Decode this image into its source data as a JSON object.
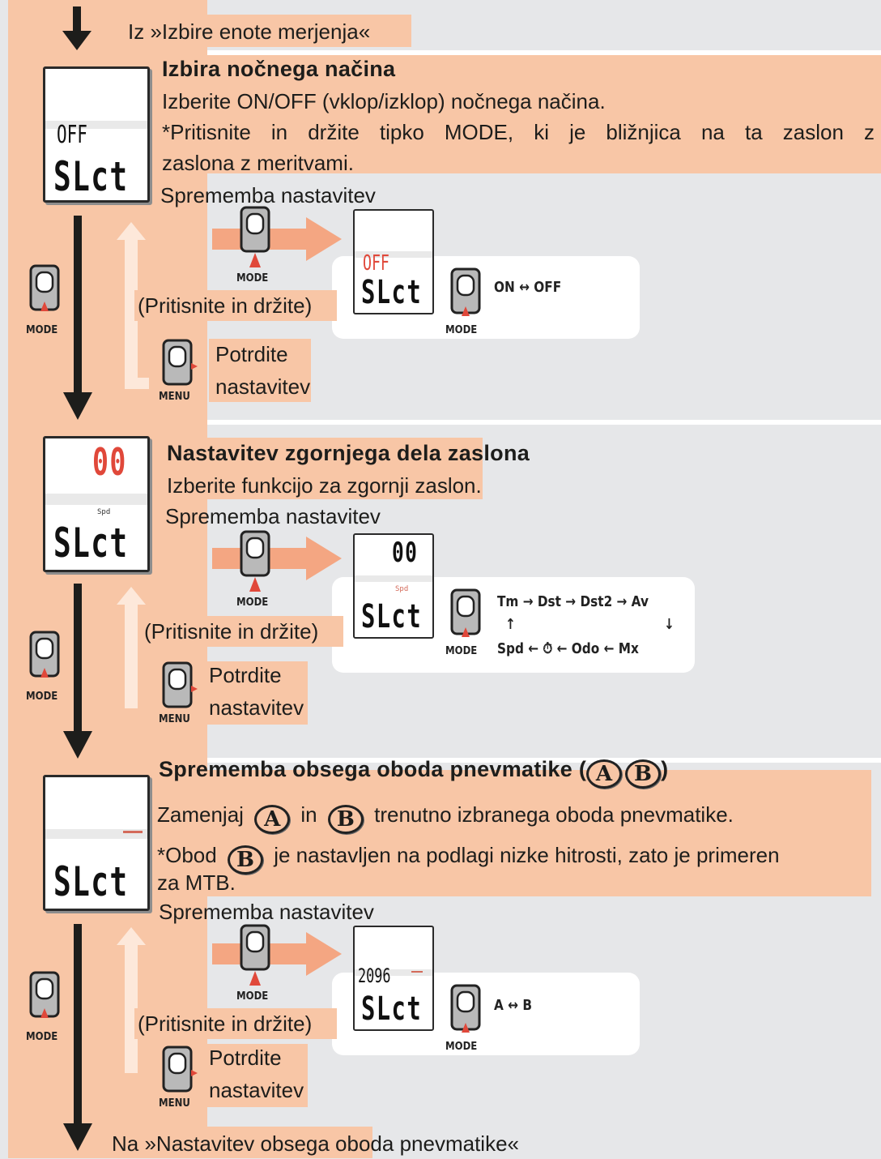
{
  "header_intro": "Iz »Izbire enote merjenja«",
  "footer_outro": "Na »Nastavitev obsega oboda pnevmatike«",
  "labels": {
    "mode": "MODE",
    "menu": "MENU",
    "change": "Sprememba nastavitev",
    "hold": "(Pritisnite in držite)",
    "confirm_1": "Potrdite",
    "confirm_2": "nastavitev"
  },
  "sections": [
    {
      "title": "Izbira nočnega načina",
      "lines": [
        "Izberite ON/OFF (vklop/izklop) nočnega načina.",
        "*Pritisnite in držite tipko MODE, ki je bližnjica na ta zaslon z",
        "zaslona z meritvami."
      ],
      "lcd_top": "OFF",
      "lcd_bottom": "SLct",
      "cycle_text": "ON ↔ OFF"
    },
    {
      "title": "Nastavitev zgornjega dela zaslona",
      "lines": [
        "Izberite funkcijo za zgornji zaslon."
      ],
      "lcd_top": "00",
      "lcd_small": "Spd",
      "lcd_bottom": "SLct",
      "cycle_row1": "Tm → Dst → Dst2 → Av",
      "cycle_up": "↑",
      "cycle_down": "↓",
      "cycle_row2": "Spd ← ⏱ ← Odo ← Mx"
    },
    {
      "title_pre": "Sprememba obsega oboda pnevmatike (",
      "title_post": ")",
      "circle_a": "A",
      "circle_b": "B",
      "line1_pre": "Zamenjaj",
      "line1_mid": "in",
      "line1_post": "trenutno izbranega oboda pnevmatike.",
      "line2_pre": "*Obod",
      "line2_post": "je nastavljen na podlagi nizke hitrosti, zato je primeren",
      "line3": "za MTB.",
      "lcd_top": "2096",
      "lcd_bottom": "SLct",
      "cycle_text": "A ↔ B"
    }
  ],
  "colors": {
    "accent": "#f8c6a6",
    "background": "#e6e7e9",
    "lcd_red": "#e0483a"
  }
}
